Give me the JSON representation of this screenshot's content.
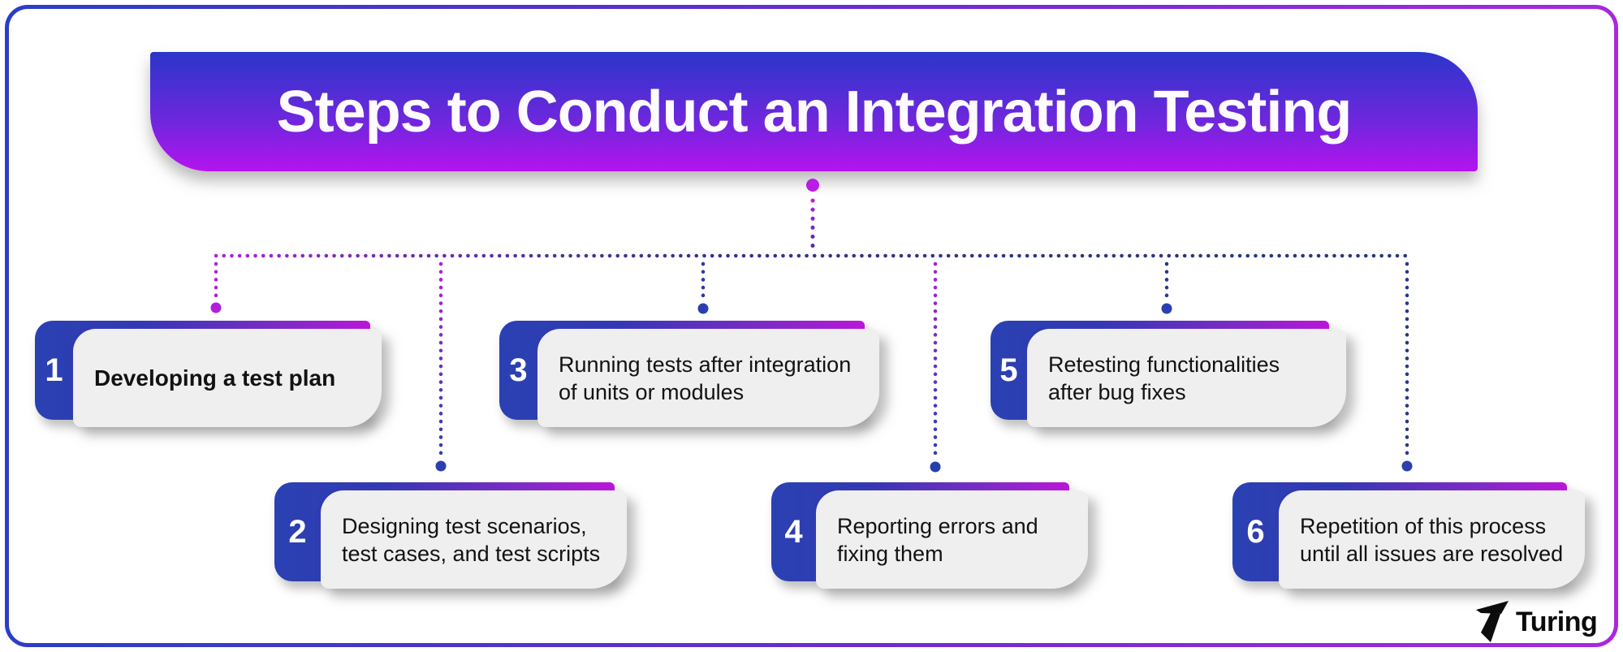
{
  "title": "Steps to Conduct an Integration Testing",
  "brand": {
    "name": "Turing",
    "logo_icon": "turing-seven-icon"
  },
  "colors": {
    "banner_gradient_top": "#2b36ca",
    "banner_gradient_bottom": "#b513ef",
    "frame_border_left": "#2a3ec5",
    "frame_border_right": "#a928dd",
    "card_back_blue": "#2a41b2",
    "card_back_magenta": "#bb16da",
    "card_front_gray": "#efeff0",
    "connector_magenta": "#b11fdd",
    "connector_navy": "#27377e",
    "card_text": "#121212"
  },
  "cards": [
    {
      "number": "1",
      "text": "Developing a test plan"
    },
    {
      "number": "2",
      "text": "Designing test scenarios,\ntest cases, and test scripts"
    },
    {
      "number": "3",
      "text": "Running tests after integration\nof units or modules"
    },
    {
      "number": "4",
      "text": "Reporting errors and\nfixing them"
    },
    {
      "number": "5",
      "text": "Retesting functionalities\nafter bug fixes"
    },
    {
      "number": "6",
      "text": "Repetition of this process\nuntil all issues are resolved"
    }
  ]
}
